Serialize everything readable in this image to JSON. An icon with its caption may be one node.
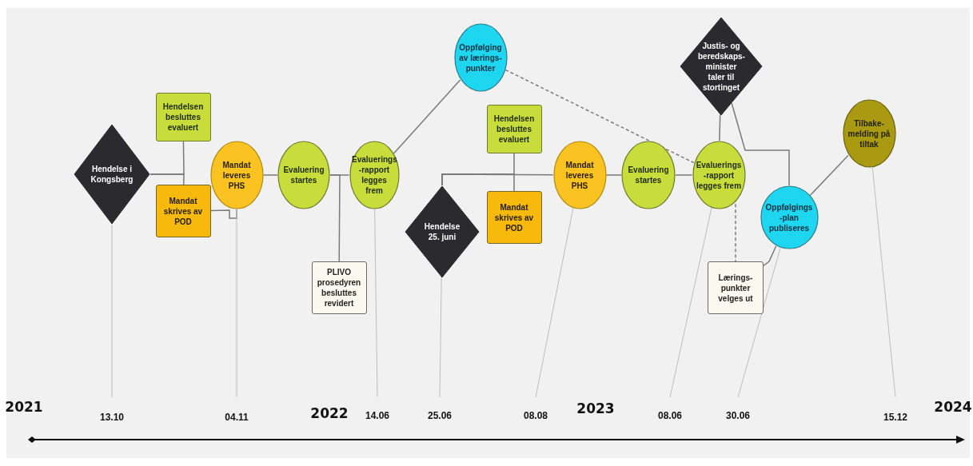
{
  "diagram": {
    "nodes": [
      {
        "text": [
          "Hendelse i Kongsberg"
        ]
      },
      {
        "text": [
          "Hendelsen besluttes evaluert"
        ]
      },
      {
        "text": [
          "Mandat skrives av POD"
        ]
      },
      {
        "text": [
          "Mandat leveres PHS"
        ]
      },
      {
        "text": [
          "Evaluering startes"
        ]
      },
      {
        "text": [
          "Evaluerings -rapport legges frem"
        ]
      },
      {
        "text": [
          "PLIVO prosedyren besluttes revidert"
        ]
      },
      {
        "text": [
          "Oppfølging av lærings- punkter"
        ]
      },
      {
        "text": [
          "Hendelsen besluttes evaluert"
        ]
      },
      {
        "text": [
          "Hendelse 25. juni"
        ]
      },
      {
        "text": [
          "Mandat skrives av POD"
        ]
      },
      {
        "text": [
          "Mandat leveres PHS"
        ]
      },
      {
        "text": [
          "Evaluering startes"
        ]
      },
      {
        "text": [
          "Evaluerings -rapport legges frem"
        ]
      },
      {
        "text": [
          "Justis- og beredskaps- minister taler til stortinget"
        ]
      },
      {
        "text": [
          "Oppfølgings -plan publiseres"
        ]
      },
      {
        "text": [
          "Lærings- punkter velges ut"
        ]
      },
      {
        "text": [
          "Tilbake- melding på tiltak"
        ]
      },
      {
        "text": [
          "13.10"
        ]
      },
      {
        "text": [
          "04.11"
        ]
      },
      {
        "text": [
          "14.06"
        ]
      },
      {
        "text": [
          "25.06"
        ]
      },
      {
        "text": [
          "08.08"
        ]
      },
      {
        "text": [
          "08.06"
        ]
      },
      {
        "text": [
          "30.06"
        ]
      },
      {
        "text": [
          "15.12"
        ]
      }
    ],
    "edges": [
      {
        "from": 0,
        "to": 1,
        "arrow": "none"
      },
      {
        "from": 0,
        "to": 2,
        "arrow": "none"
      },
      {
        "from": 2,
        "to": 3,
        "arrow": "none"
      },
      {
        "from": 3,
        "to": 4,
        "arrow": "none"
      },
      {
        "from": 4,
        "to": 5,
        "arrow": "none"
      },
      {
        "from": 4,
        "to": 6,
        "arrow": "none"
      },
      {
        "from": 5,
        "to": 7,
        "arrow": "none"
      },
      {
        "from": 7,
        "to": 13,
        "arrow": "none",
        "style": "dashed"
      },
      {
        "from": 9,
        "to": 8,
        "arrow": "none"
      },
      {
        "from": 9,
        "to": 10,
        "arrow": "none"
      },
      {
        "from": 9,
        "to": 11,
        "arrow": "none"
      },
      {
        "from": 11,
        "to": 12,
        "arrow": "none"
      },
      {
        "from": 12,
        "to": 13,
        "arrow": "none"
      },
      {
        "from": 14,
        "to": 13,
        "arrow": "none"
      },
      {
        "from": 14,
        "to": 15,
        "arrow": "none"
      },
      {
        "from": 13,
        "to": 16,
        "arrow": "none",
        "style": "dashed"
      },
      {
        "from": 16,
        "to": 15,
        "arrow": "none"
      },
      {
        "from": 15,
        "to": 17,
        "arrow": "none"
      },
      {
        "from": 0,
        "to": 18,
        "arrow": "none",
        "color": "#bdbdbd"
      },
      {
        "from": 3,
        "to": 19,
        "arrow": "none",
        "color": "#bdbdbd"
      },
      {
        "from": 5,
        "to": 20,
        "arrow": "none",
        "color": "#bdbdbd"
      },
      {
        "from": 9,
        "to": 21,
        "arrow": "none",
        "color": "#bdbdbd"
      },
      {
        "from": 11,
        "to": 22,
        "arrow": "none",
        "color": "#bdbdbd"
      },
      {
        "from": 13,
        "to": 23,
        "arrow": "none",
        "color": "#bdbdbd"
      },
      {
        "from": 15,
        "to": 24,
        "arrow": "none",
        "color": "#bdbdbd"
      },
      {
        "from": 17,
        "to": 25,
        "arrow": "none",
        "color": "#bdbdbd"
      }
    ],
    "labels": [
      "2021",
      "2022",
      "2023",
      "2024"
    ]
  }
}
